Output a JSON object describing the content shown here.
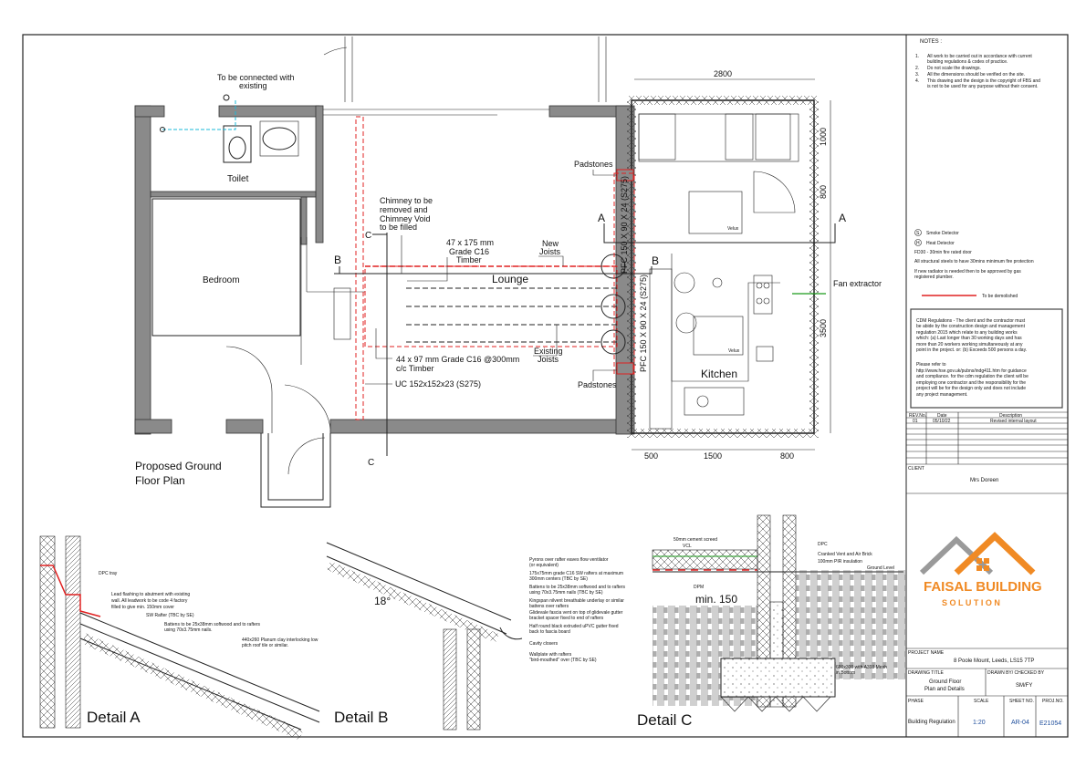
{
  "plan": {
    "title_line1": "Proposed Ground",
    "title_line2": "Floor Plan",
    "rooms": {
      "toilet": "Toilet",
      "bedroom": "Bedroom",
      "lounge": "Lounge",
      "kitchen": "Kitchen"
    },
    "annotations": {
      "connect1": "To be connected with",
      "connect2": "existing",
      "chimney1": "Chimney to be",
      "chimney2": "removed and",
      "chimney3": "Chimney Void",
      "chimney4": "to be filled",
      "timber1": "47 x 175 mm",
      "timber2": "Grade C16",
      "timber3": "Timber",
      "newjoists1": "New",
      "newjoists2": "Joists",
      "existing1": "Existing",
      "existing2": "Joists",
      "grade1": "44 x 97 mm Grade C16 @300mm",
      "grade2": "c/c Timber",
      "uc": "UC 152x152x23 (S275)",
      "padstones_top": "Padstones",
      "padstones_bottom": "Padstones",
      "pfc1": "PFC 150 X 90 X 24 (S275)",
      "pfc2": "PFC 150 X 90 X 24 (S275)",
      "fan": "Fan extractor",
      "velux1": "Velux",
      "velux2": "Velux"
    },
    "section_marks": {
      "a_left": "A",
      "a_right": "A",
      "b_left": "B",
      "b_right": "B",
      "c_top": "C",
      "c_bottom": "C"
    },
    "dimensions": {
      "top": "2800",
      "right1": "1000",
      "right2": "800",
      "right3": "3500",
      "bottom1": "500",
      "bottom2": "1500",
      "bottom3": "800"
    }
  },
  "details": {
    "a": {
      "title": "Detail A",
      "notes": [
        "DPC tray",
        "Lead flashing to abutment with existing",
        "wall. All leadwork to be code 4 factory",
        "filled to give min. 150mm cover",
        "SW Rafter (TBC by SE)",
        "Battens to be 25x38mm softwood and to rafters",
        "using 70x3.75mm nails.",
        "440x260 Planum clay interlocking low",
        "pitch roof tile or similar."
      ]
    },
    "b": {
      "title": "Detail B",
      "angle": "18°",
      "notes": [
        "Pyrons over rafter eaves flow ventilator",
        "(or equivalent)",
        "175x75mm grade C16 SW rafters at maximum",
        "300mm centers (TBC by SE)",
        "Battens to be 25x38mm softwood and to rafters",
        "using 70x3.75mm nails (TBC by SE)",
        "Kingspan nilvent breathable underlay or similar",
        "battens over rafters",
        "Glidevale fascia vent on top of glidevale gutter",
        "bracket spacer fixed to end of rafters",
        "Half round black extruded uPVC gutter fixed",
        "back to fascia board",
        "Cavity closers",
        "Wallplate with rafters",
        "\"bird-mouthed\" over (TBC by SE)"
      ]
    },
    "c": {
      "title": "Detail C",
      "min": "min. 150",
      "notes": {
        "screed": "50mm cement screed",
        "vcl": "VCL",
        "dpm": "DPM",
        "dpc": "DPC",
        "vent": "Cranked Vent and Air Brick",
        "pir": "100mm PIR insulation",
        "ground": "Ground Level",
        "footing1": "600x300 with A393 Mesh",
        "footing2": "in Bottom"
      }
    }
  },
  "notes_panel": {
    "heading": "NOTES :",
    "items": [
      {
        "num": "1.",
        "text1": "All work to be carried out in accordance with current",
        "text2": "building regulations & codes of practice."
      },
      {
        "num": "2.",
        "text1": "Do not scale the drawings.",
        "text2": ""
      },
      {
        "num": "3.",
        "text1": "All the dimensions should be verified on the site.",
        "text2": ""
      },
      {
        "num": "4.",
        "text1": "This drawing and the design is the copyright of FBS and",
        "text2": "is not to be used for any purpose without their consent."
      }
    ],
    "legend": {
      "smoke_symbol": "S",
      "smoke": "Smoke Detector",
      "heat_symbol": "H",
      "heat": "Heat Detector",
      "fd30": "FD30 - 30min fire rated door",
      "steel": "All structural steels to have 30mins minimum fire protection",
      "radiator1": "If new radiator is needed then to be approved by gas",
      "radiator2": "registered plumber.",
      "demolish": "To be demolished"
    },
    "cdm": [
      "CDM Regulations - The client and the contractor must",
      "be abide by the construction design and management",
      "regulation 2015 which relate to any building works",
      "which: (a) Last longer than 30 working days and has",
      "more than 20 workers working simultaneously at any",
      "point in the project.  or: (b) Exceeds 500 persons a day.",
      "",
      "Please refer to",
      "http://www.hse.gov.uk/pubns/indg411.htm for guidance",
      "and compliance. for the cdm regulation the client will be",
      "employing one contractor and the responsibility for the",
      "project will be for the design only and does not include",
      "any project management."
    ]
  },
  "revisions": {
    "headers": [
      "REV.No.",
      "Date",
      "Description"
    ],
    "rows": [
      {
        "rev": "01",
        "date": "05/10/22",
        "desc": "Revised internal layout"
      }
    ]
  },
  "title_block": {
    "client_label": "CLIENT",
    "client": "Mrs Doreen",
    "logo_line1": "FAISAL BUILDING",
    "logo_line2": "S O L U T I O N",
    "project_label": "PROJECT NAME",
    "project": "8 Poole Mount, Leeds, LS15 7TP",
    "drawing_title_label": "DRAWING TITLE",
    "drawing_title1": "Ground Floor",
    "drawing_title2": "Plan and Details",
    "drawn_label": "DRAWN BY/ CHECKED BY",
    "drawn": "SM/FY",
    "phase_label": "PHASE",
    "phase": "Building Regulation",
    "scale_label": "SCALE",
    "scale": "1:20",
    "sheet_label": "SHEET NO.",
    "sheet": "AR-04",
    "proj_label": "PROJ.NO.",
    "proj": "E21054",
    "accent": "#1f4e9c",
    "logo_orange": "#f08a24"
  }
}
